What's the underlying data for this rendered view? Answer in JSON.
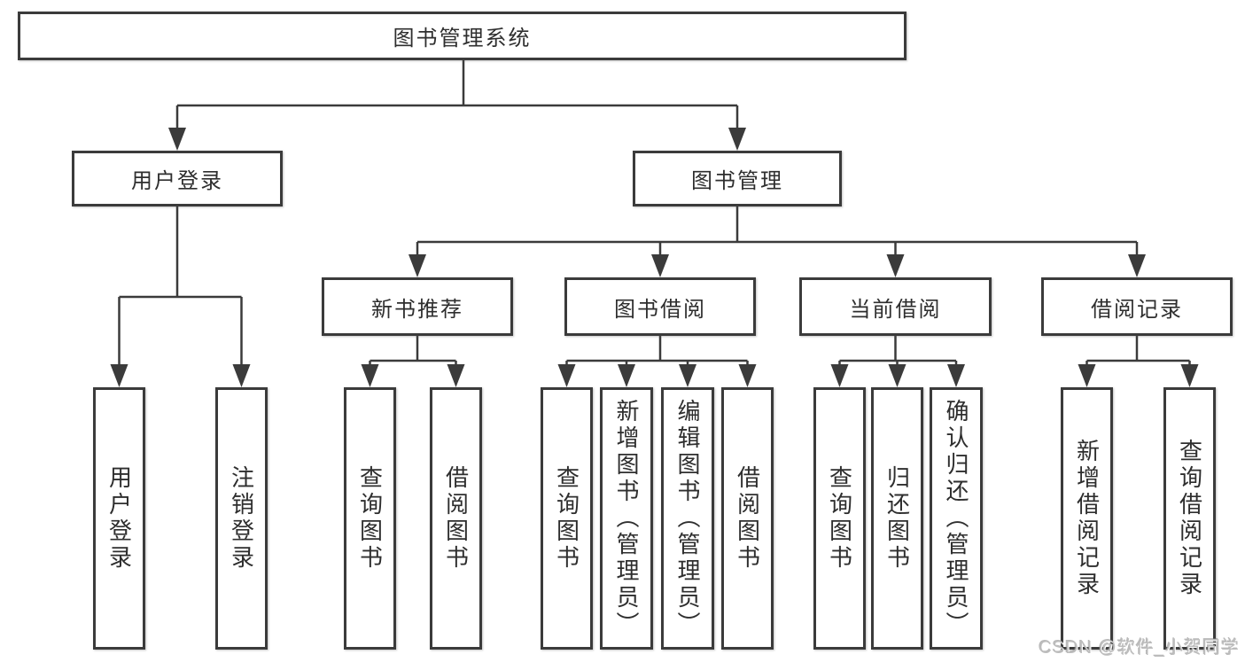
{
  "tree": {
    "root": {
      "label": "图书管理系统"
    },
    "branches": [
      {
        "label": "用户登录",
        "children": [
          {
            "label": "用户登录"
          },
          {
            "label": "注销登录"
          }
        ]
      },
      {
        "label": "图书管理",
        "children": [
          {
            "label": "新书推荐",
            "children": [
              {
                "label": "查询图书"
              },
              {
                "label": "借阅图书"
              }
            ]
          },
          {
            "label": "图书借阅",
            "children": [
              {
                "label": "查询图书"
              },
              {
                "label": "新增图书（管理员）"
              },
              {
                "label": "编辑图书（管理员）"
              },
              {
                "label": "借阅图书"
              }
            ]
          },
          {
            "label": "当前借阅",
            "children": [
              {
                "label": "查询图书"
              },
              {
                "label": "归还图书"
              },
              {
                "label": "确认归还（管理员）"
              }
            ]
          },
          {
            "label": "借阅记录",
            "children": [
              {
                "label": "新增借阅记录"
              },
              {
                "label": "查询借阅记录"
              }
            ]
          }
        ]
      }
    ]
  },
  "watermark": {
    "text": "CSDN @软件_小贺同学"
  },
  "colors": {
    "line": "#3b3b3b",
    "box_border": "#3b3b3b",
    "text": "#2e2e2e",
    "background": "#ffffff",
    "watermark": "#bdbdbd"
  }
}
